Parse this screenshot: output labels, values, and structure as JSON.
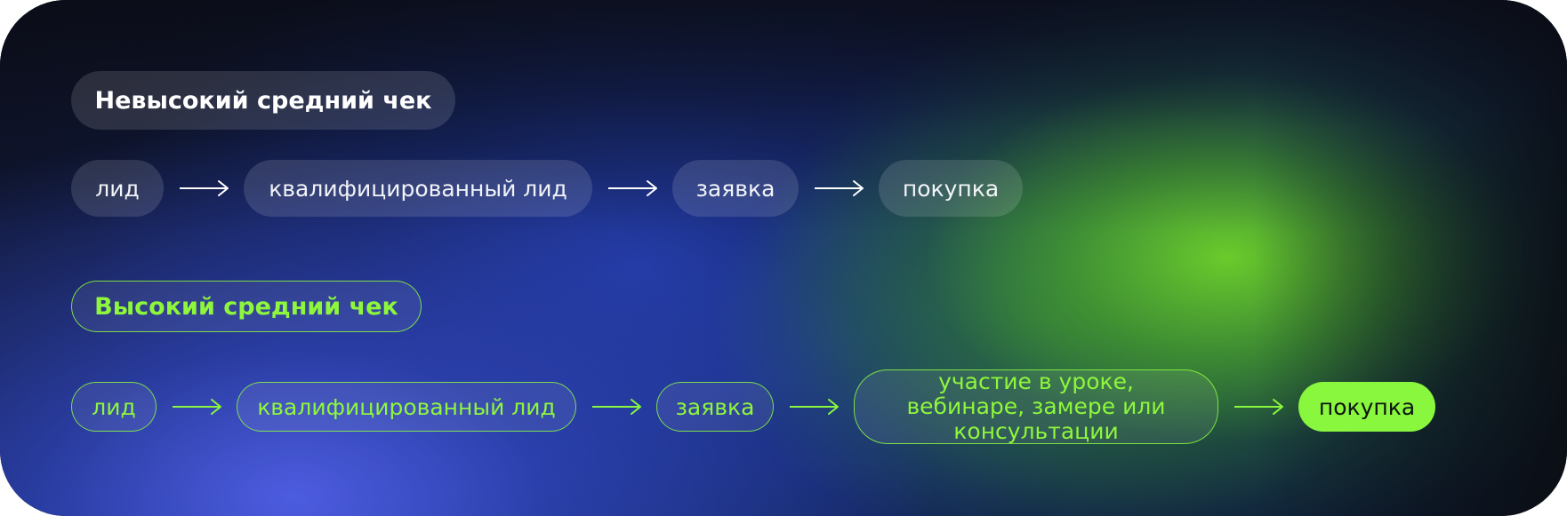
{
  "low_check": {
    "title": "Невысокий средний чек",
    "steps": [
      "лид",
      "квалифицированный лид",
      "заявка",
      "покупка"
    ]
  },
  "high_check": {
    "title": "Высокий средний чек",
    "steps": [
      "лид",
      "квалифицированный лид",
      "заявка",
      "участие в уроке, вебинаре, замере или консультации",
      "покупка"
    ]
  },
  "colors": {
    "accent_green": "#89f73e",
    "text_white": "#ffffff",
    "arrow_white": "#ffffff"
  },
  "icons": {
    "connector": "arrow-right-icon"
  }
}
